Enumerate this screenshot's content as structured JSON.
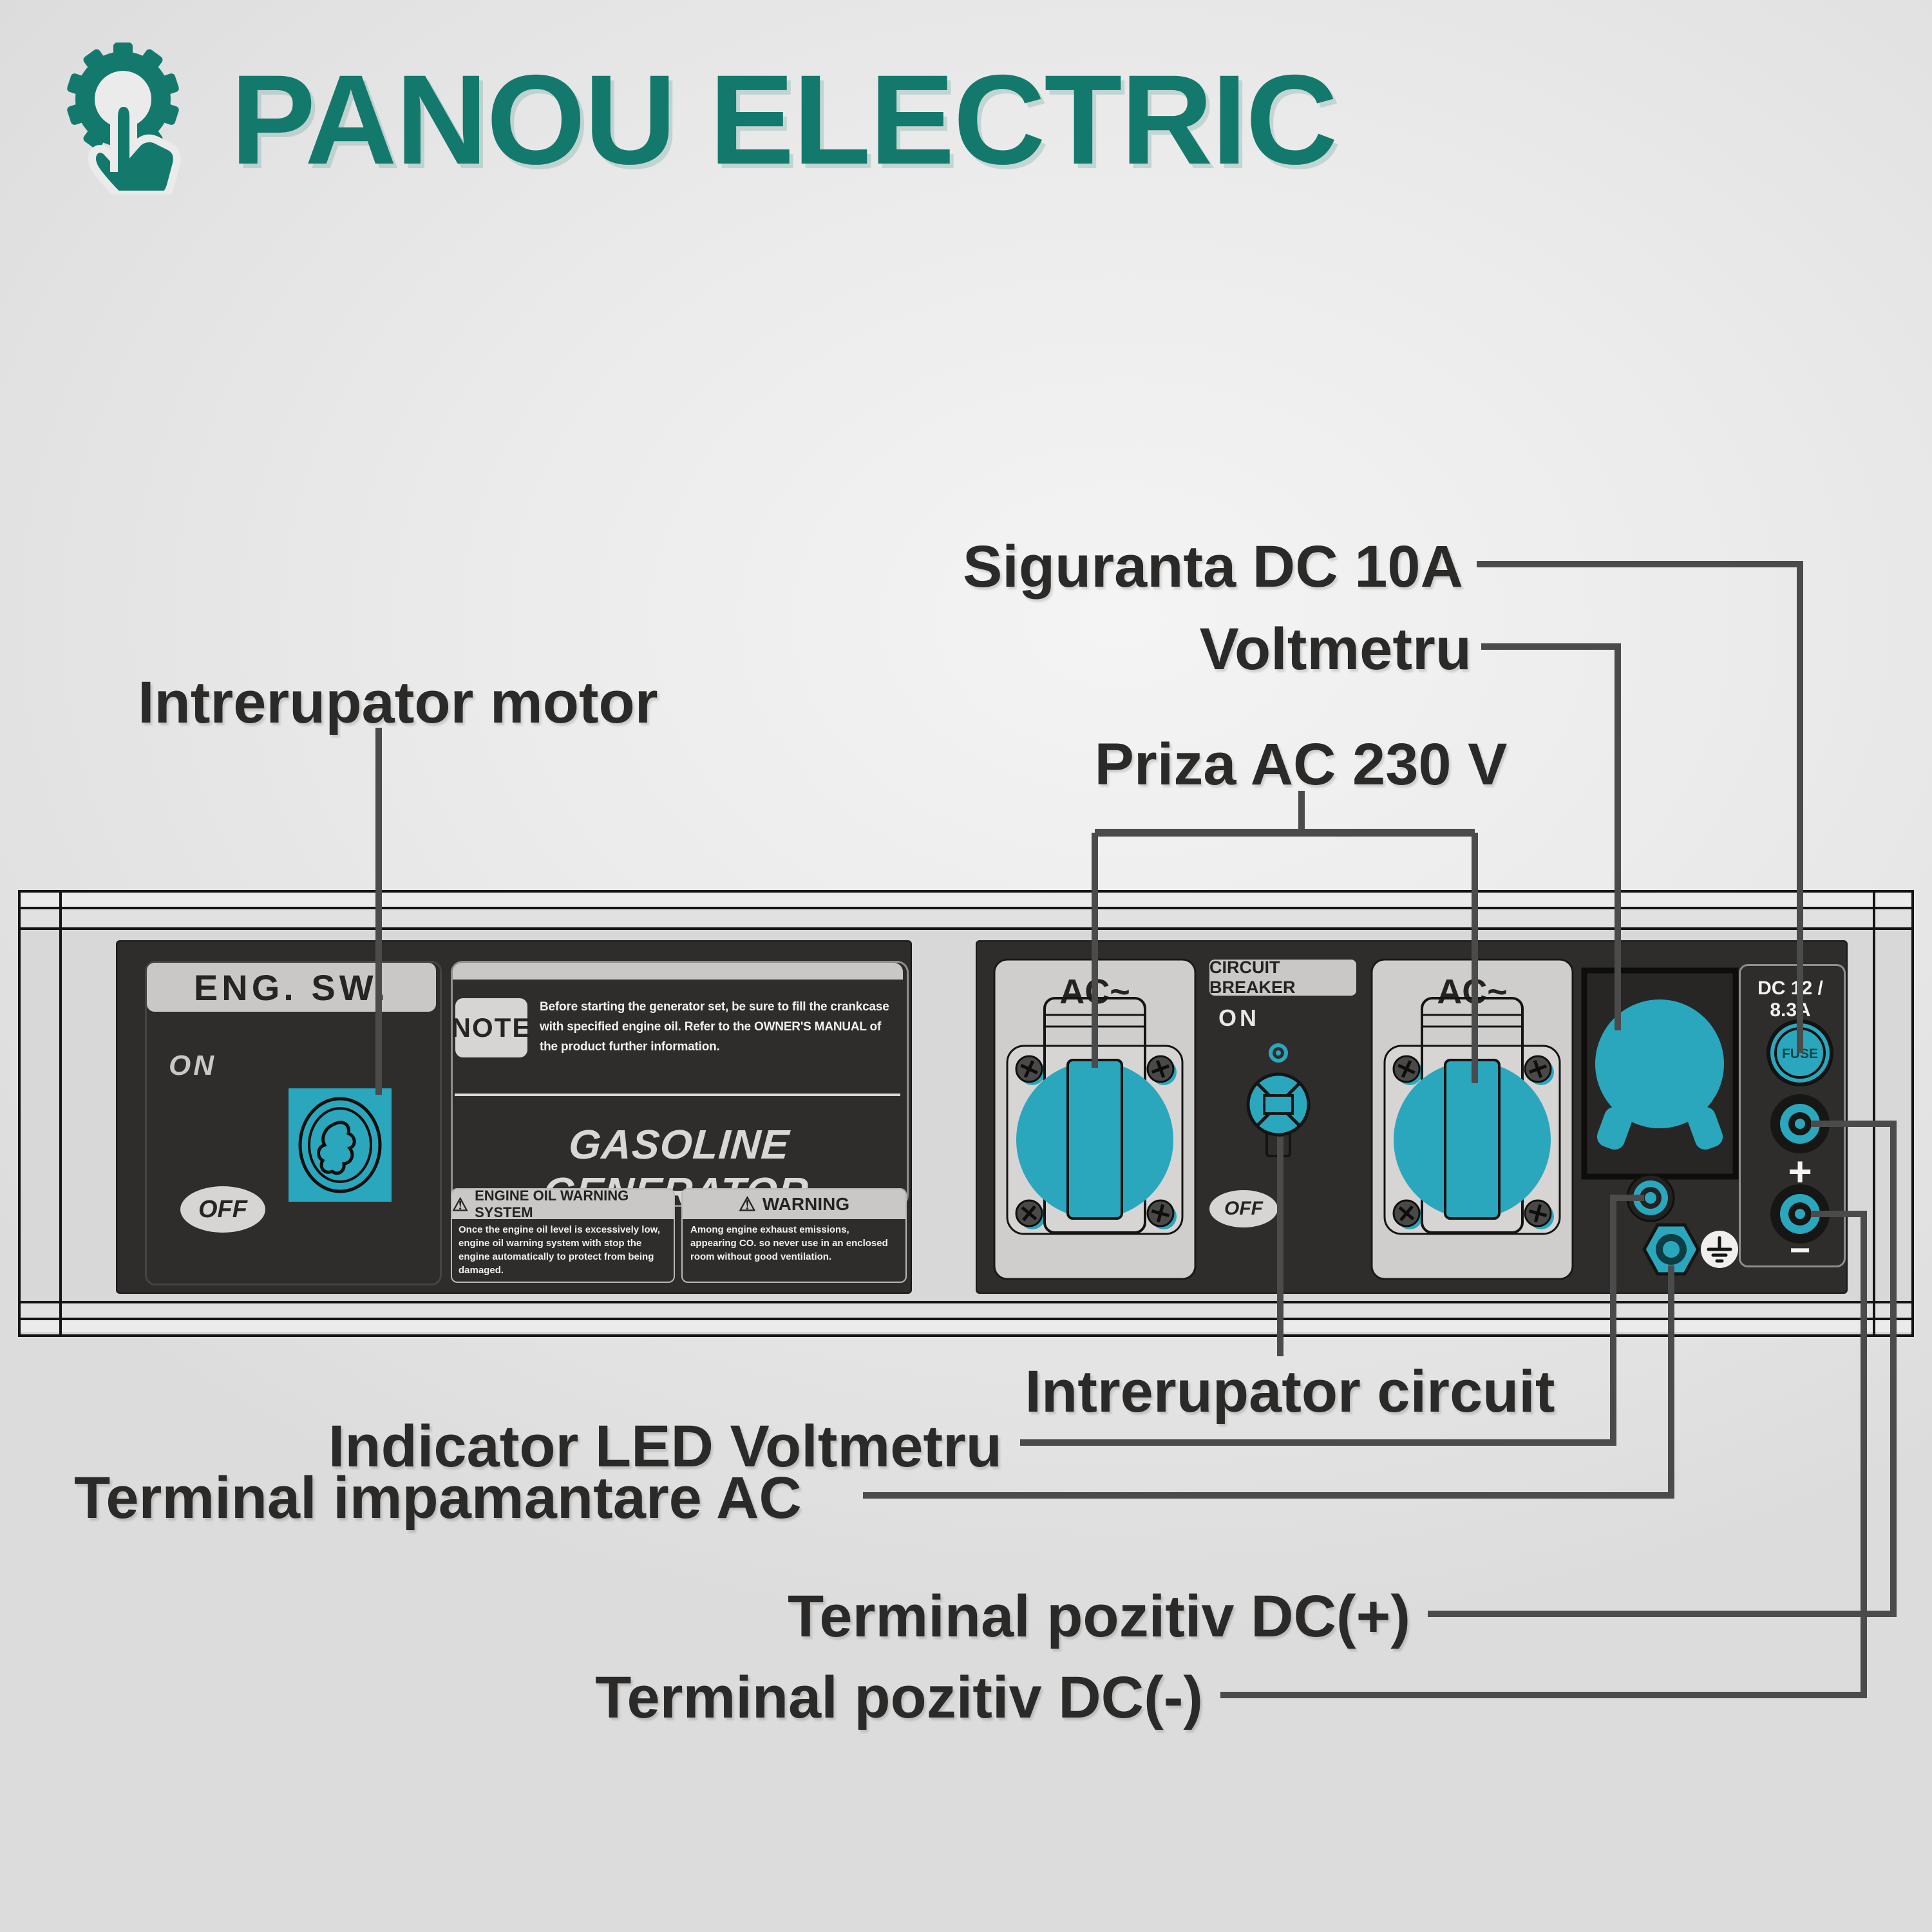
{
  "header": {
    "brand": "PANOU ELECTRIC"
  },
  "colors": {
    "brand_teal": "#14796d",
    "component_teal": "#2aa7bd",
    "panel_dark": "#2e2d2c",
    "panel_face_gray": "#d8d8d8",
    "callout_line_gray": "#4b4b4b",
    "label_text": "#2b2a29"
  },
  "callouts": {
    "siguranta": "Siguranta DC 10A",
    "voltmetru": "Voltmetru",
    "priza": "Priza AC 230 V",
    "motor": "Intrerupator motor",
    "circuit": "Intrerupator circuit",
    "led": "Indicator LED Voltmetru",
    "impamantare": "Terminal impamantare AC",
    "dc_plus": "Terminal pozitiv DC(+)",
    "dc_minus": "Terminal pozitiv DC(-)"
  },
  "panel": {
    "eng_sw": {
      "title": "ENG. SW.",
      "on": "ON",
      "off": "OFF"
    },
    "note": {
      "badge": "NOTE",
      "text": "Before starting the generator set, be sure to fill the crankcase with specified engine oil. Refer to the OWNER'S MANUAL of the product further information."
    },
    "gasoline_title": "GASOLINE GENERATOR",
    "oil_warning": {
      "icon": "⚠",
      "title": "ENGINE OIL WARNING SYSTEM",
      "text": "Once the engine oil level is excessively low, engine oil warning system with stop the engine automatically to protect from being damaged."
    },
    "warning": {
      "icon": "⚠",
      "title": "WARNING",
      "text": "Among engine exhaust emissions, appearing CO. so never use in an enclosed room without good ventilation."
    },
    "socket1": {
      "label": "AC~"
    },
    "socket2": {
      "label": "AC~"
    },
    "breaker": {
      "title": "CIRCUIT BREAKER",
      "on": "ON",
      "off": "OFF"
    },
    "dc": {
      "label": "DC 12 / 8.3A",
      "fuse": "FUSE",
      "plus": "+",
      "minus": "−"
    }
  }
}
